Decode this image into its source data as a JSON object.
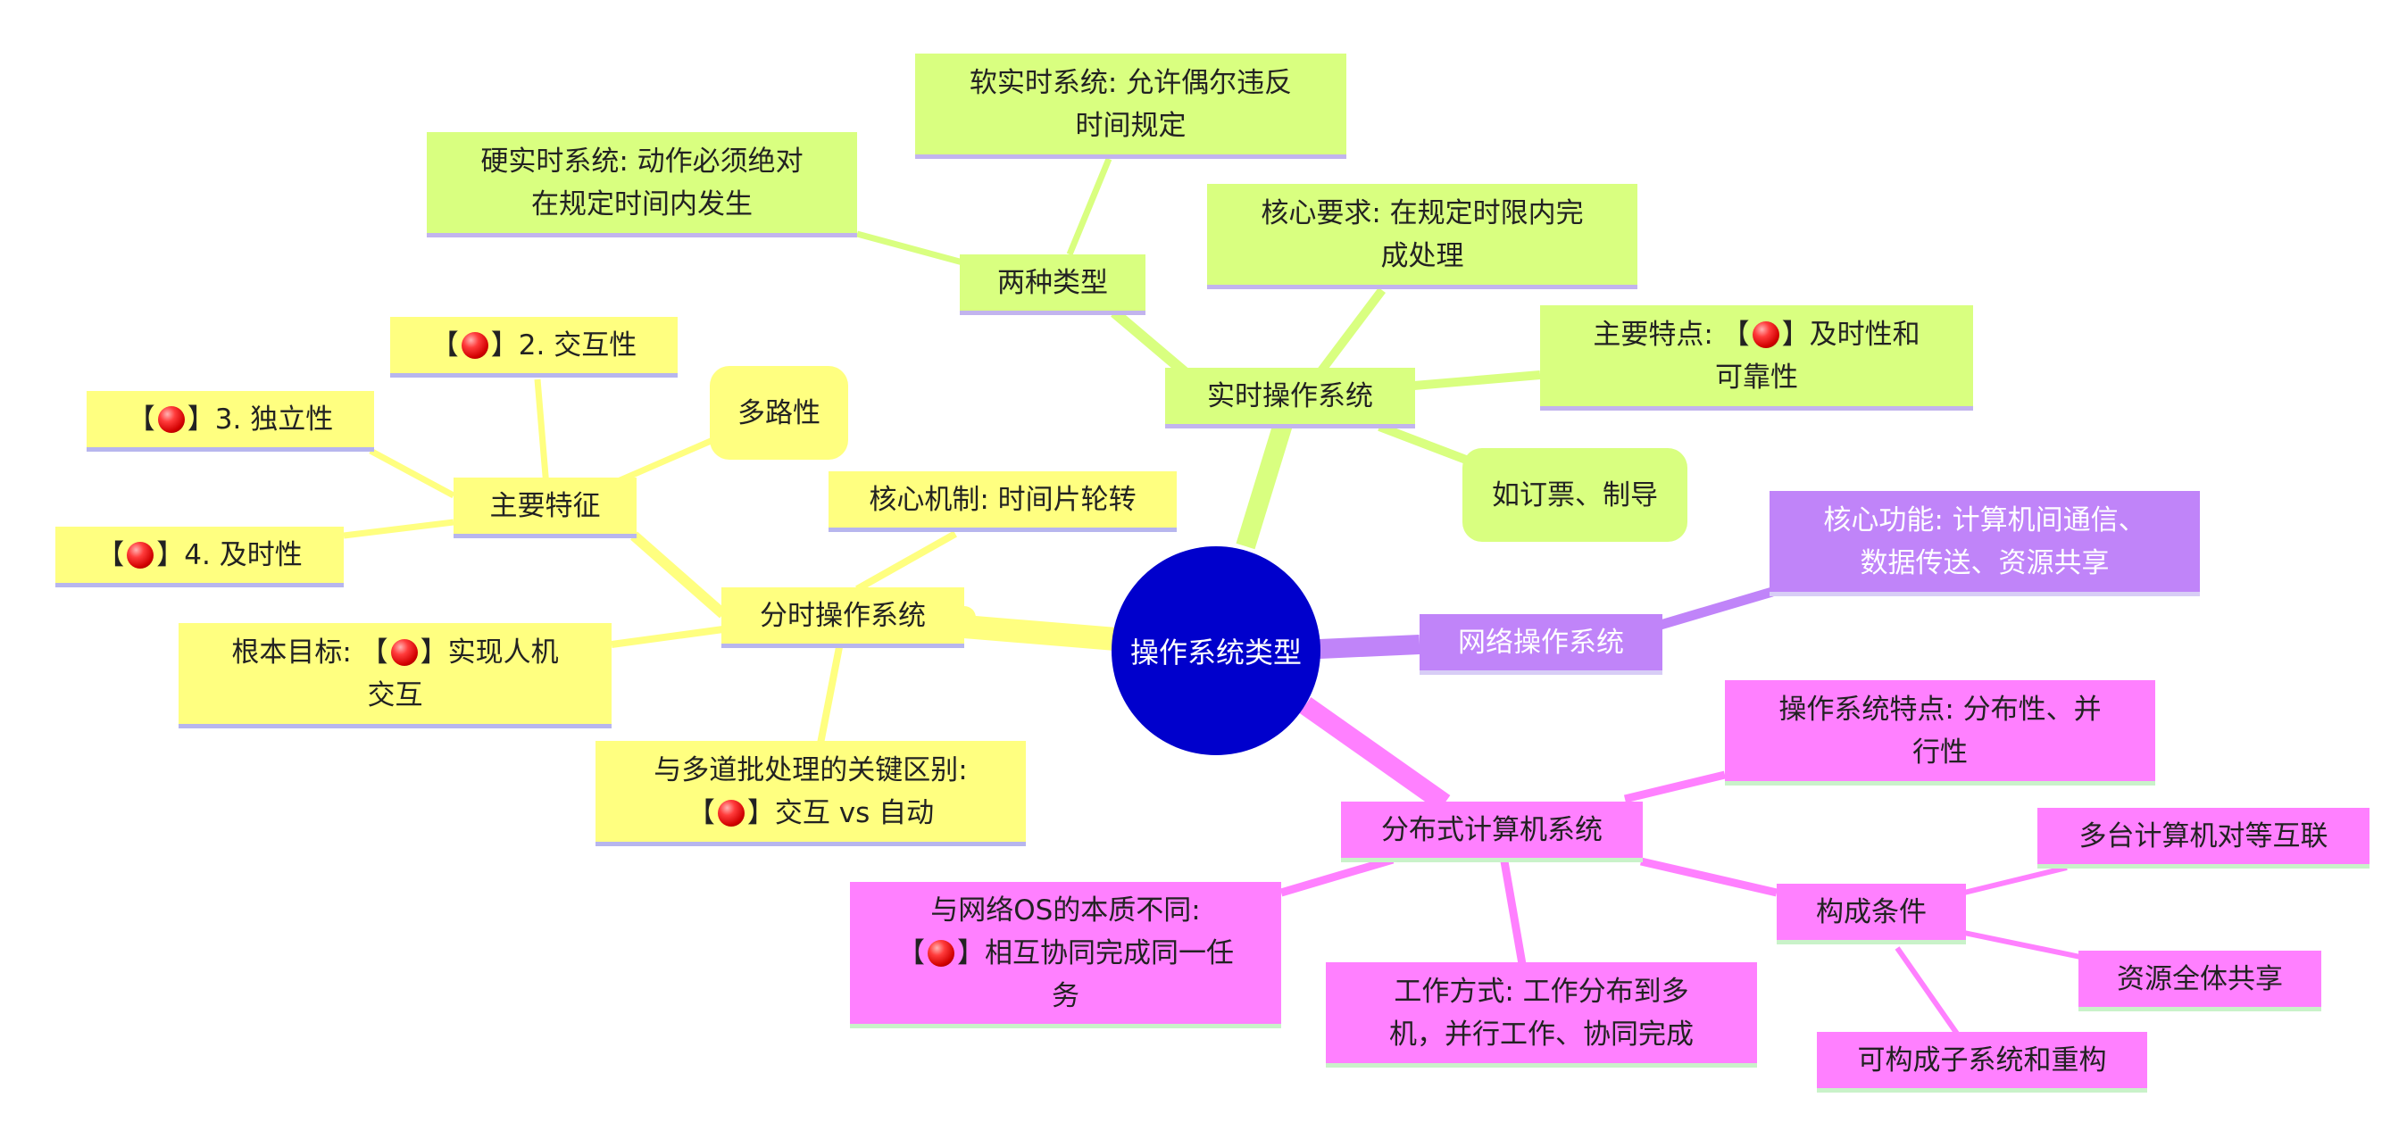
{
  "root": {
    "label": "操作系统类型"
  },
  "colors": {
    "time_sharing": "#ffff80",
    "real_time": "#d9ff80",
    "network": "#c084f9",
    "distributed": "#ff80ff",
    "root": "#0000cc"
  },
  "icons": {
    "marker": "red-ball-icon"
  },
  "time_sharing": {
    "label": "分时操作系统",
    "mechanism": "核心机制: 时间片轮转",
    "goal_prefix": "根本目标: 【",
    "goal_suffix": "】实现人机",
    "goal_line2": "交互",
    "diff_line1": "与多道批处理的关键区别:",
    "diff_prefix": "【",
    "diff_suffix": "】交互 vs 自动",
    "features": {
      "label": "主要特征",
      "multiplex": "多路性",
      "interactive_prefix": "【",
      "interactive_suffix": "】2. 交互性",
      "independent_prefix": "【",
      "independent_suffix": "】3. 独立性",
      "timely_prefix": "【",
      "timely_suffix": "】4. 及时性"
    }
  },
  "real_time": {
    "label": "实时操作系统",
    "types": {
      "label": "两种类型",
      "hard_line1": "硬实时系统: 动作必须绝对",
      "hard_line2": "在规定时间内发生",
      "soft_line1": "软实时系统: 允许偶尔违反",
      "soft_line2": "时间规定"
    },
    "core_line1": "核心要求: 在规定时限内完",
    "core_line2": "成处理",
    "feature_prefix": "主要特点: 【",
    "feature_suffix": "】及时性和",
    "feature_line2": "可靠性",
    "example": "如订票、制导"
  },
  "network": {
    "label": "网络操作系统",
    "function_line1": "核心功能: 计算机间通信、",
    "function_line2": "数据传送、资源共享"
  },
  "distributed": {
    "label": "分布式计算机系统",
    "trait_line1": "操作系统特点: 分布性、并",
    "trait_line2": "行性",
    "diff_line1": "与网络OS的本质不同:",
    "diff_prefix": "【",
    "diff_suffix": "】相互协同完成同一任",
    "diff_line3": "务",
    "work_line1": "工作方式: 工作分布到多",
    "work_line2": "机，并行工作、协同完成",
    "conditions": {
      "label": "构成条件",
      "peer": "多台计算机对等互联",
      "share": "资源全体共享",
      "reconfig": "可构成子系统和重构"
    }
  }
}
